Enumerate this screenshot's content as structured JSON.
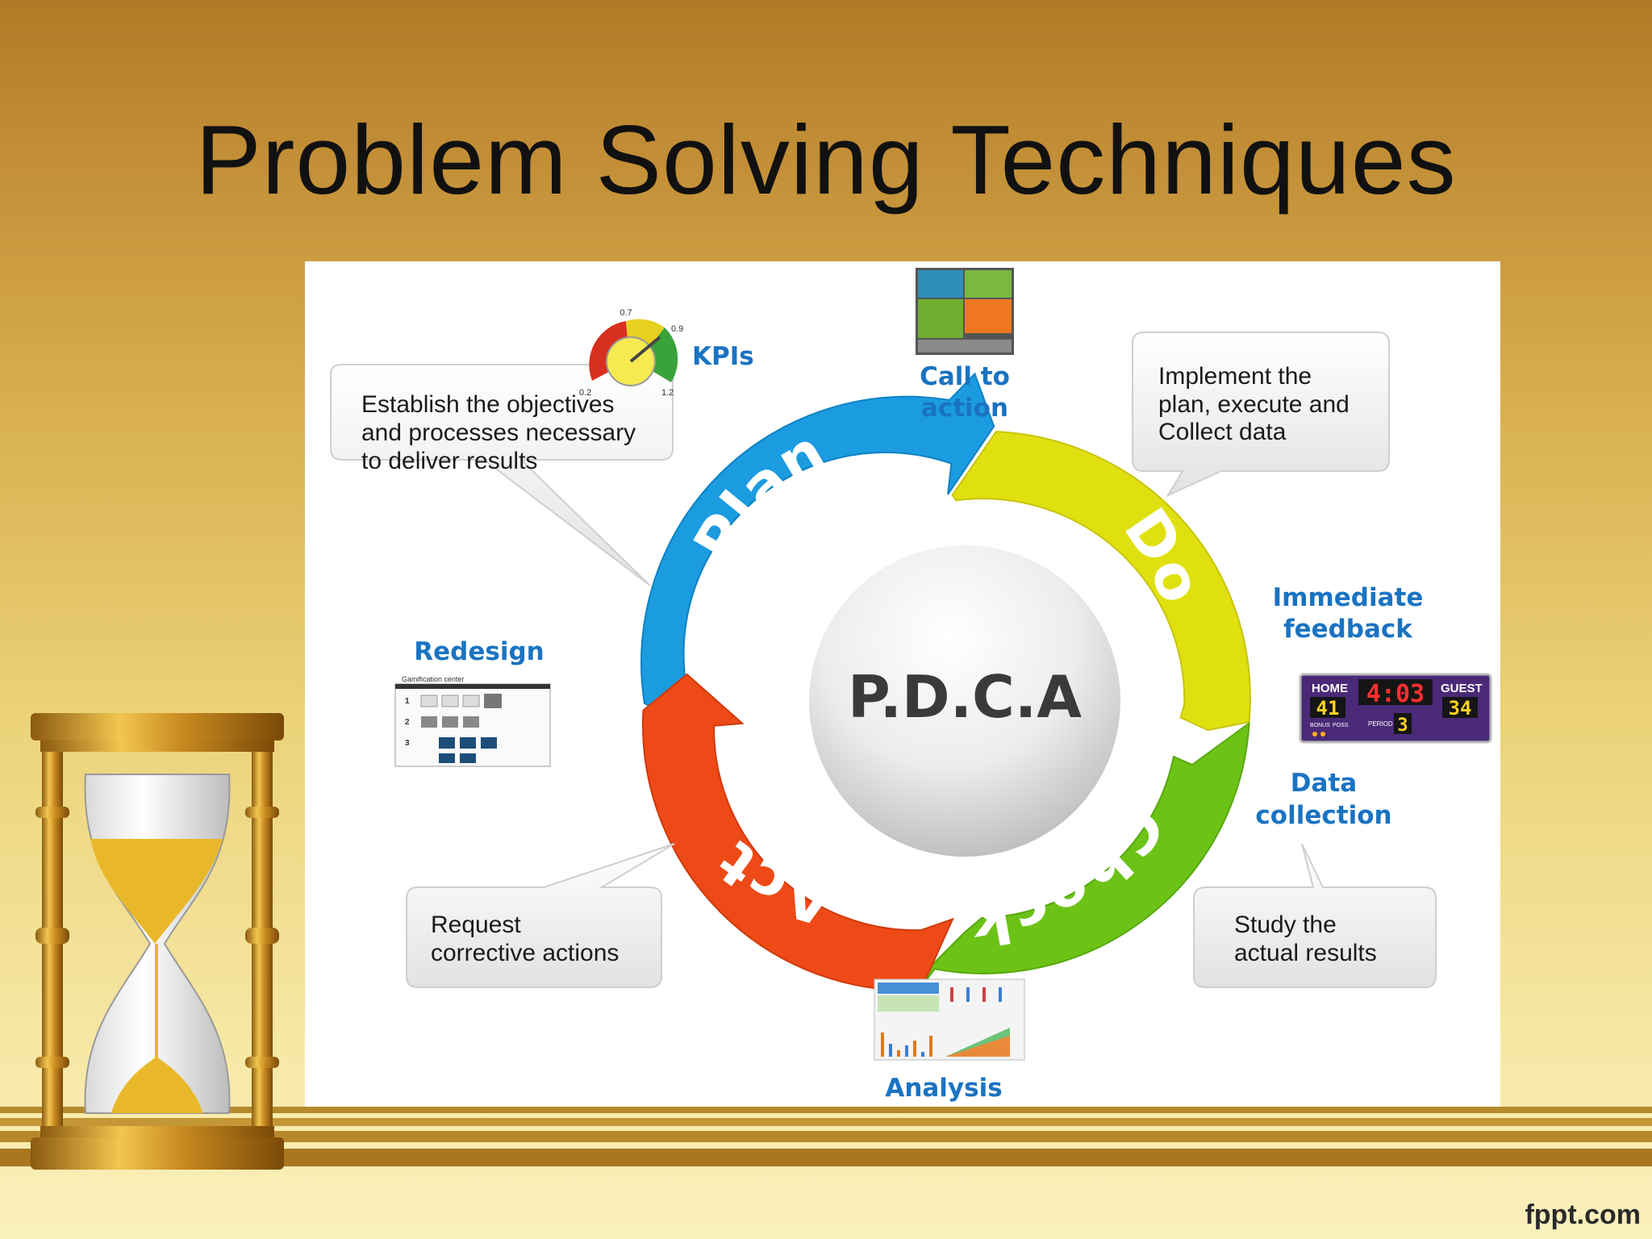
{
  "slide": {
    "title": "Problem Solving Techniques",
    "footer": "fppt.com"
  },
  "pdca": {
    "center": "P.D.C.A",
    "segments": [
      {
        "label": "Plan",
        "color": "#1b9be0"
      },
      {
        "label": "Do",
        "color": "#e0e010"
      },
      {
        "label": "Check",
        "color": "#6cc316"
      },
      {
        "label": "Act",
        "color": "#ee4a17"
      }
    ],
    "bubbles": {
      "plan": [
        "Establish the objectives",
        "and processes necessary",
        "to deliver results"
      ],
      "do": [
        "Implement the",
        "plan, execute and",
        "Collect data"
      ],
      "check": [
        "Study the",
        "actual results"
      ],
      "act": [
        "Request",
        "corrective actions"
      ]
    },
    "labels": {
      "kpis": "KPIs",
      "call_to_action": [
        "Call to",
        "action"
      ],
      "immediate_feedback": [
        "Immediate",
        "feedback"
      ],
      "data_collection": [
        "Data",
        "collection"
      ],
      "redesign": "Redesign",
      "analysis": "Analysis"
    },
    "gauge": {
      "ticks": [
        "0.7",
        "0.9",
        "0.2",
        "1.2"
      ]
    },
    "scoreboard": {
      "home_label": "HOME",
      "guest_label": "GUEST",
      "home_score": "41",
      "guest_score": "34",
      "clock": "4:03",
      "period_label": "PERIOD",
      "period": "3",
      "bonus_label": "BONUS",
      "poss_label": "POSS"
    },
    "redesign_thumb": {
      "header": "Gamification center",
      "rows": [
        "1",
        "2",
        "3"
      ]
    }
  }
}
